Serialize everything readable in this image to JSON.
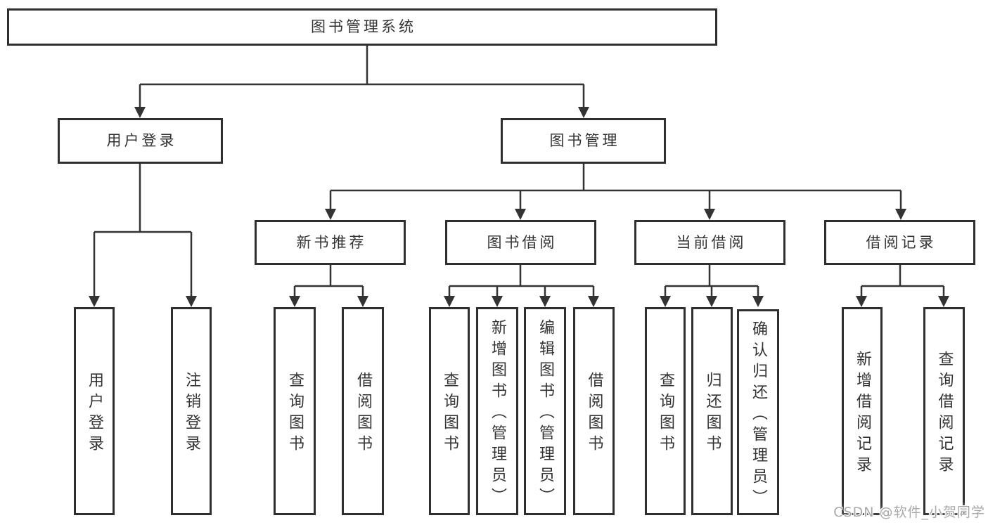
{
  "diagram": {
    "title": "图书管理系统",
    "colors": {
      "line": "#333333",
      "box_border": "#2f2f2f",
      "text": "#333333",
      "background": "#ffffff",
      "watermark": "#a9a9a9"
    },
    "nodes": {
      "root": {
        "label": "图书管理系统"
      },
      "user_login": {
        "label": "用户登录"
      },
      "book_mgmt": {
        "label": "图书管理"
      },
      "new_book_rec": {
        "label": "新书推荐"
      },
      "book_borrow": {
        "label": "图书借阅"
      },
      "current_borrow": {
        "label": "当前借阅"
      },
      "borrow_record": {
        "label": "借阅记录"
      },
      "leaf_user_login": {
        "label": "用户登录"
      },
      "leaf_logout": {
        "label": "注销登录"
      },
      "leaf_query_book_1": {
        "label": "查询图书"
      },
      "leaf_borrow_book_1": {
        "label": "借阅图书"
      },
      "leaf_query_book_2": {
        "label": "查询图书"
      },
      "leaf_add_book": {
        "label": "新增图书（管理员）"
      },
      "leaf_edit_book": {
        "label": "编辑图书（管理员）"
      },
      "leaf_borrow_book_2": {
        "label": "借阅图书"
      },
      "leaf_query_book_3": {
        "label": "查询图书"
      },
      "leaf_return_book": {
        "label": "归还图书"
      },
      "leaf_confirm_return": {
        "label": "确认归还（管理员）"
      },
      "leaf_add_borrow_record": {
        "label": "新增借阅记录"
      },
      "leaf_query_borrow_record": {
        "label": "查询借阅记录"
      }
    },
    "hierarchy": {
      "root": [
        "user_login",
        "book_mgmt"
      ],
      "user_login": [
        "leaf_user_login",
        "leaf_logout"
      ],
      "book_mgmt": [
        "new_book_rec",
        "book_borrow",
        "current_borrow",
        "borrow_record"
      ],
      "new_book_rec": [
        "leaf_query_book_1",
        "leaf_borrow_book_1"
      ],
      "book_borrow": [
        "leaf_query_book_2",
        "leaf_add_book",
        "leaf_edit_book",
        "leaf_borrow_book_2"
      ],
      "current_borrow": [
        "leaf_query_book_3",
        "leaf_return_book",
        "leaf_confirm_return"
      ],
      "borrow_record": [
        "leaf_add_borrow_record",
        "leaf_query_borrow_record"
      ]
    }
  },
  "watermark": {
    "text": "CSDN @软件_小贺同学"
  }
}
